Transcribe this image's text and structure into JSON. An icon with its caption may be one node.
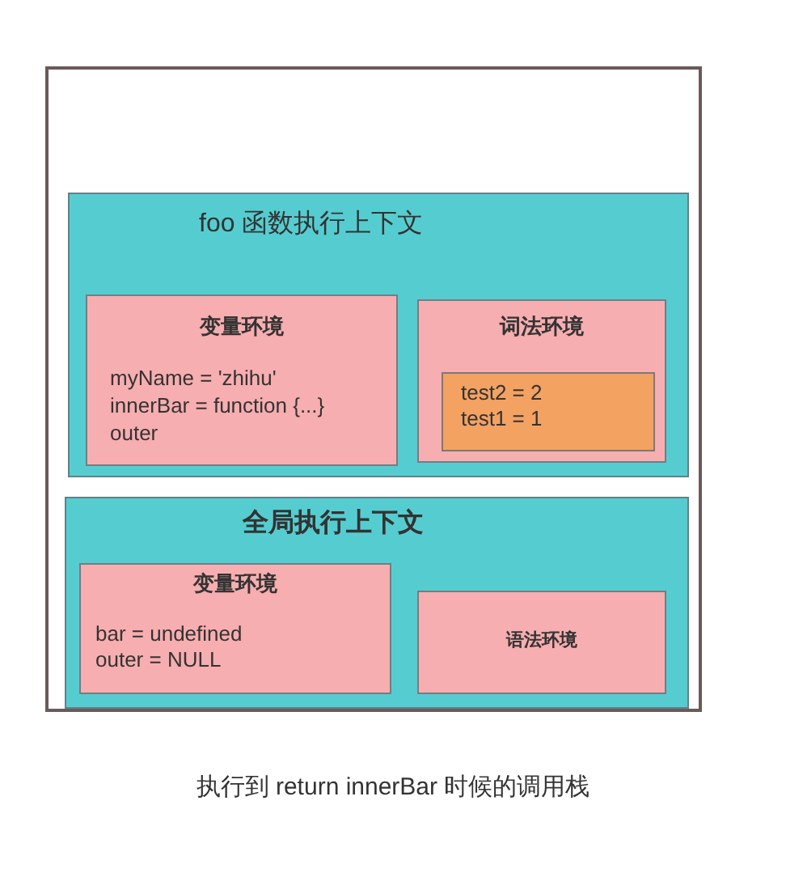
{
  "diagram": {
    "caption": "执行到 return innerBar 时候的调用栈",
    "nodes": [
      {
        "text": [],
        "shape": "box"
      },
      {
        "text": [
          "foo 函数执行上下文"
        ],
        "in": 0
      },
      {
        "text": [
          "变量环境",
          "myName = 'zhihu'",
          "innerBar = function {...}",
          "outer"
        ],
        "in": 1
      },
      {
        "text": [
          "词法环境"
        ],
        "in": 1
      },
      {
        "text": [
          "test2 = 2",
          "test1 = 1"
        ],
        "in": 3
      },
      {
        "text": [
          "全局执行上下文"
        ],
        "in": 0
      },
      {
        "text": [
          "变量环境",
          "bar = undefined",
          "outer = NULL"
        ],
        "in": 5
      },
      {
        "text": [
          "语法环境"
        ],
        "in": 5
      }
    ]
  }
}
